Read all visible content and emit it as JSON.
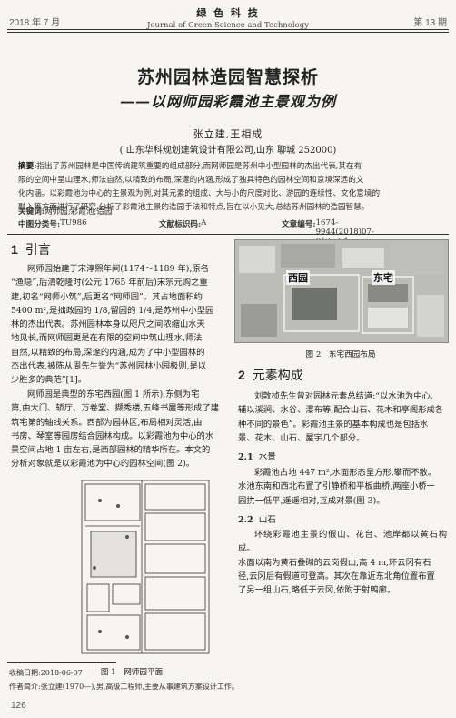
{
  "header": {
    "date": "2018 年 7 月",
    "journal_cn": "绿 色 科 技",
    "journal_en": "Journal of Green Science and Technology",
    "issue": "第 13 期"
  },
  "title": "苏州园林造园智慧探析",
  "subtitle": "——以网师园彩霞池主景观为例",
  "authors": "张立建,王相成",
  "affiliation": "( 山东华科规划建筑设计有限公司,山东 聊城 252000)",
  "abstract": {
    "label": "摘要:",
    "lines": [
      "指出了苏州园林是中国传统建筑重要的组成部分,而网师园是苏州中小型园林的杰出代表,其在有",
      "限的空间中呈山理水,师法自然,以精致的布局,深邃的内涵,形成了独具特色的园林空间和意境深远的文",
      "化内涵。以彩霞池为中心的主景观为例,对其元素的组成、大与小的尺度对比、游园的连续性、文化意境的",
      "融入等方面进行了研究,分析了彩霞池主景的造园手法和特点,旨在以小见大,总结苏州园林的造园智慧。"
    ]
  },
  "keywords": {
    "label": "关键词:",
    "value": "网师园;彩霞池;造园"
  },
  "classification": {
    "clc_label": "中图分类号:",
    "clc": "TU986",
    "doc_label": "文献标识码:",
    "doc": "A",
    "article_label": "文章编号:",
    "article": "1674-9944(2018)07-0126-04"
  },
  "section1": {
    "num": "1",
    "title": "引言",
    "p1": [
      "网师园始建于宋淳熙年间(1174～1189 年),原名",
      "“渔隐”,后清乾隆时(公元 1765 年前后)宋宗元购之重",
      "建,初名“网师小筑”,后更名“网师园”。其占地面积约",
      "5400 m²,是拙政园的 1/8,留园的 1/4,是苏州中小型园",
      "林的杰出代表。苏州园林本身以咫尺之间浓缩山水天",
      "地见长,而网师园更是在有限的空间中筑山理水,师法",
      "自然,以精致的布局,深邃的内涵,成为了中小型园林的",
      "杰出代表,被陈从周先生誉为“苏州园林小园极则,是以",
      "少胜多的典范”[1]。"
    ],
    "p2": [
      "网师园是典型的东宅西园(图 1 所示),东侧为宅",
      "第,由大门、轿厅、万卷堂、撷秀楼,五峰书屋等形成了建",
      "筑宅第的轴线关系。西部为园林区,布局相对灵活,由",
      "书房、琴室等园房结合园林构成。以彩霞池为中心的水",
      "景空间占地 1 亩左右,是西部园林的精华所在。本文的",
      "分析对象就是以彩霞池为中心的园林空间(图 2)。"
    ]
  },
  "figure1": {
    "caption": "图 1　网师园平面"
  },
  "figure2": {
    "caption": "图 2　东宅西园布局",
    "label_west": "西园",
    "label_east": "东宅"
  },
  "section2": {
    "num": "2",
    "title": "元素构成",
    "p1": [
      "刘敦桢先生曾对园林元素总结道:“以水池为中心,",
      "辅以溪涧、水谷、瀑布等,配合山石、花木和亭阁形成各",
      "种不同的景色”。彩霞池主景的基本构成也是包括水",
      "景、花木、山石、屋宇几个部分。"
    ],
    "sub1": {
      "num": "2.1",
      "title": "水景"
    },
    "p2": [
      "彩霞池占地 447 m²,水面形态呈方形,攀而不散。",
      "水池东南和西北布置了引静桥和平板曲桥,两座小桥一",
      "园拱一低平,遥遥相对,互成对景(图 3)。"
    ],
    "sub2": {
      "num": "2.2",
      "title": "山石"
    },
    "p3": [
      "环绕彩霞池主景的假山、花台、池岸都以黄石构成。",
      "水面以南为黄石叠砌的云岗假山,高 4 m,环云冈有石",
      "径,云冈后有假道可登高。其次在靠近东北角位置布置",
      "了另一组山石,略低于云冈,依附于射鸭廊。"
    ]
  },
  "footnote": {
    "received": "收稿日期:2018-06-07",
    "author": "作者简介:张立建(1970—),男,高级工程师,主要从事建筑方案设计工作。"
  },
  "page_number": "126"
}
